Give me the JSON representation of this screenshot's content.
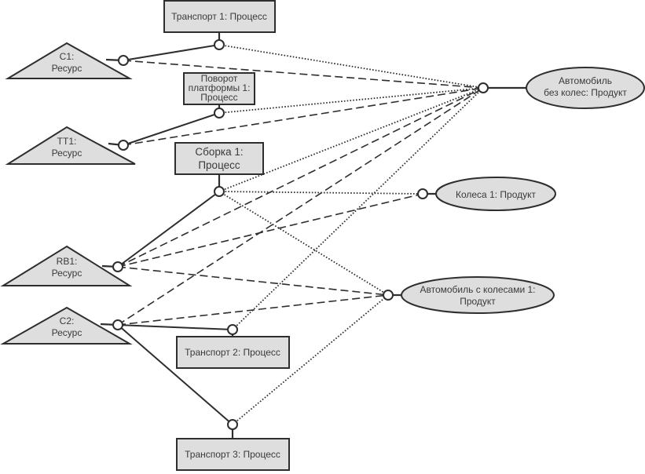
{
  "diagram": {
    "legend_implicit": {
      "solid": "resource-process",
      "dotted": "process-product",
      "dashed": "resource-product"
    },
    "resources": [
      {
        "id": "c1",
        "lines": [
          "C1:",
          "Ресурс"
        ]
      },
      {
        "id": "tt1",
        "lines": [
          "TT1:",
          "Ресурс"
        ]
      },
      {
        "id": "rb1",
        "lines": [
          "RB1:",
          "Ресурс"
        ]
      },
      {
        "id": "c2",
        "lines": [
          "C2:",
          "Ресурс"
        ]
      }
    ],
    "processes": [
      {
        "id": "t1",
        "lines": [
          "Транспорт 1: Процесс"
        ]
      },
      {
        "id": "pp",
        "lines": [
          "Поворот",
          "платформы 1:",
          "Процесс"
        ]
      },
      {
        "id": "sb",
        "lines": [
          "Сборка 1:",
          "Процесс"
        ]
      },
      {
        "id": "t2",
        "lines": [
          "Транспорт 2: Процесс"
        ]
      },
      {
        "id": "t3",
        "lines": [
          "Транспорт 3: Процесс"
        ]
      }
    ],
    "products": [
      {
        "id": "ab",
        "lines": [
          "Автомобиль",
          "без колес: Продукт"
        ]
      },
      {
        "id": "k",
        "lines": [
          "Колеса 1: Продукт"
        ]
      },
      {
        "id": "ak",
        "lines": [
          "Автомобиль с колесами 1:",
          "Продукт"
        ]
      }
    ],
    "connections": [
      {
        "from": "c1",
        "to": "t1",
        "style": "solid"
      },
      {
        "from": "tt1",
        "to": "pp",
        "style": "solid"
      },
      {
        "from": "rb1",
        "to": "sb",
        "style": "solid"
      },
      {
        "from": "c2",
        "to": "t2",
        "style": "solid"
      },
      {
        "from": "c2",
        "to": "t3",
        "style": "solid"
      },
      {
        "from": "t1",
        "to": "ab",
        "style": "dotted"
      },
      {
        "from": "pp",
        "to": "ab",
        "style": "dotted"
      },
      {
        "from": "sb",
        "to": "ab",
        "style": "dotted"
      },
      {
        "from": "sb",
        "to": "k",
        "style": "dotted"
      },
      {
        "from": "sb",
        "to": "ak",
        "style": "dotted"
      },
      {
        "from": "t2",
        "to": "ab",
        "style": "dotted"
      },
      {
        "from": "t3",
        "to": "ak",
        "style": "dotted"
      },
      {
        "from": "c1",
        "to": "ab",
        "style": "dashed"
      },
      {
        "from": "tt1",
        "to": "ab",
        "style": "dashed"
      },
      {
        "from": "rb1",
        "to": "ab",
        "style": "dashed"
      },
      {
        "from": "rb1",
        "to": "k",
        "style": "dashed"
      },
      {
        "from": "rb1",
        "to": "ak",
        "style": "dashed"
      },
      {
        "from": "c2",
        "to": "ab",
        "style": "dashed"
      },
      {
        "from": "c2",
        "to": "ak",
        "style": "dashed"
      }
    ]
  }
}
